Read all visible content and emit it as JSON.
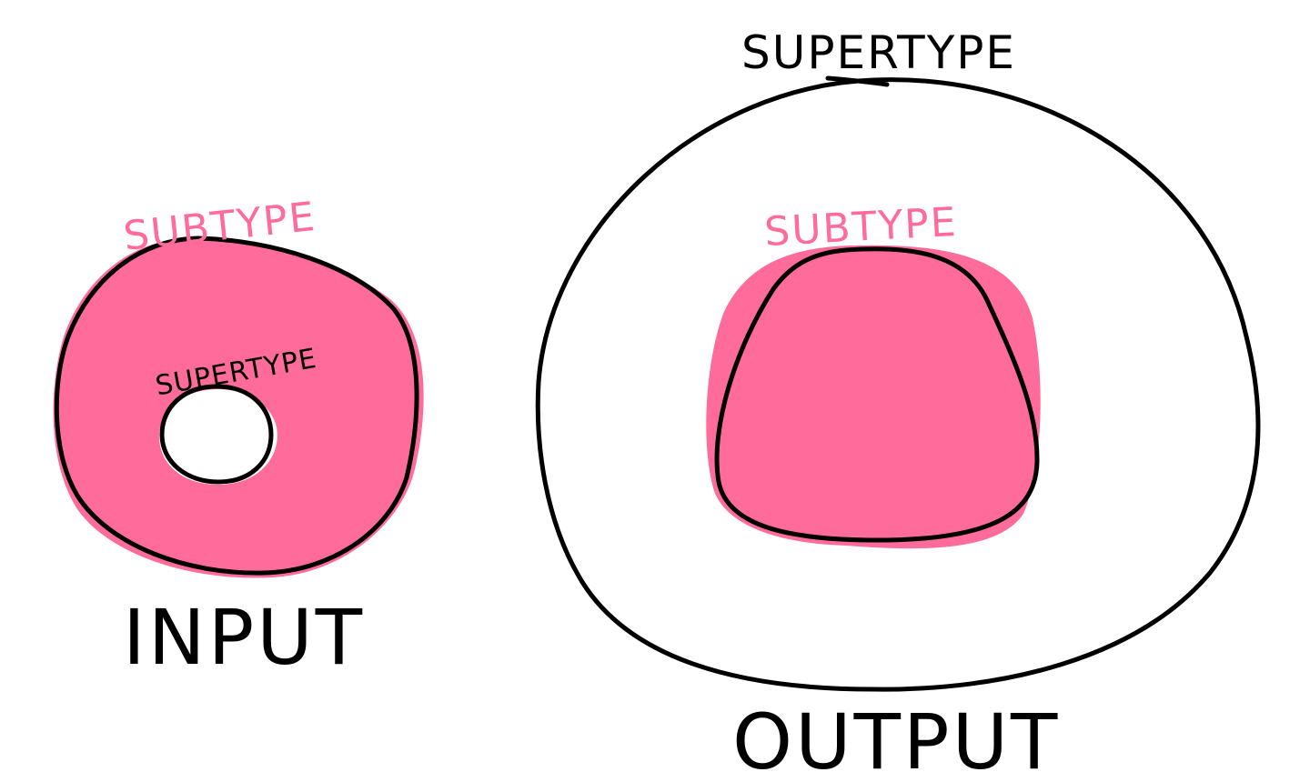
{
  "colors": {
    "subtype_fill": "#ff6b9a",
    "outline": "#000000",
    "background": "#ffffff",
    "subtype_label": "#ff6b9a",
    "supertype_label": "#000000"
  },
  "input": {
    "subtype_label": "SUBTYPE",
    "supertype_label": "SUPERTYPE",
    "caption": "INPUT"
  },
  "output": {
    "supertype_label": "SUPERTYPE",
    "subtype_label": "SUBTYPE",
    "caption": "OUTPUT"
  }
}
